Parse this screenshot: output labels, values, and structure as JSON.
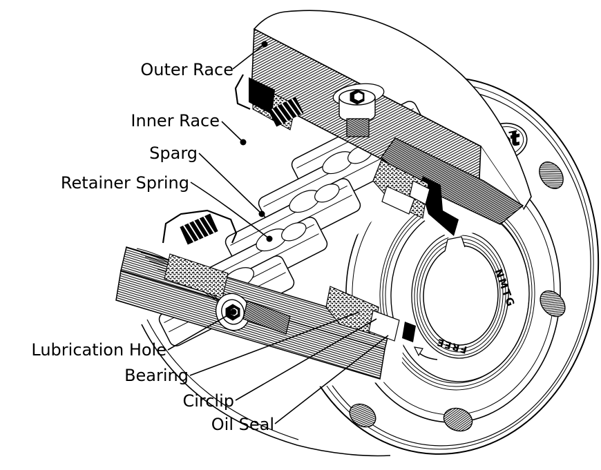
{
  "diagram": {
    "type": "engineering-cutaway-illustration",
    "subject": "sprag-clutch-bearing-assembly",
    "colors": {
      "line": "#000000",
      "background": "#ffffff"
    },
    "callouts": [
      {
        "label": "Outer Race"
      },
      {
        "label": "Inner Race"
      },
      {
        "label": "Sparg"
      },
      {
        "label": "Retainer Spring"
      },
      {
        "label": "Lubrication Hole"
      },
      {
        "label": "Bearing"
      },
      {
        "label": "Circlip"
      },
      {
        "label": "Oil Seal"
      }
    ],
    "part_markings": {
      "ring_brand_text": "NMTG",
      "rotation_direction_text": "FREE",
      "logo_text": "net"
    }
  }
}
